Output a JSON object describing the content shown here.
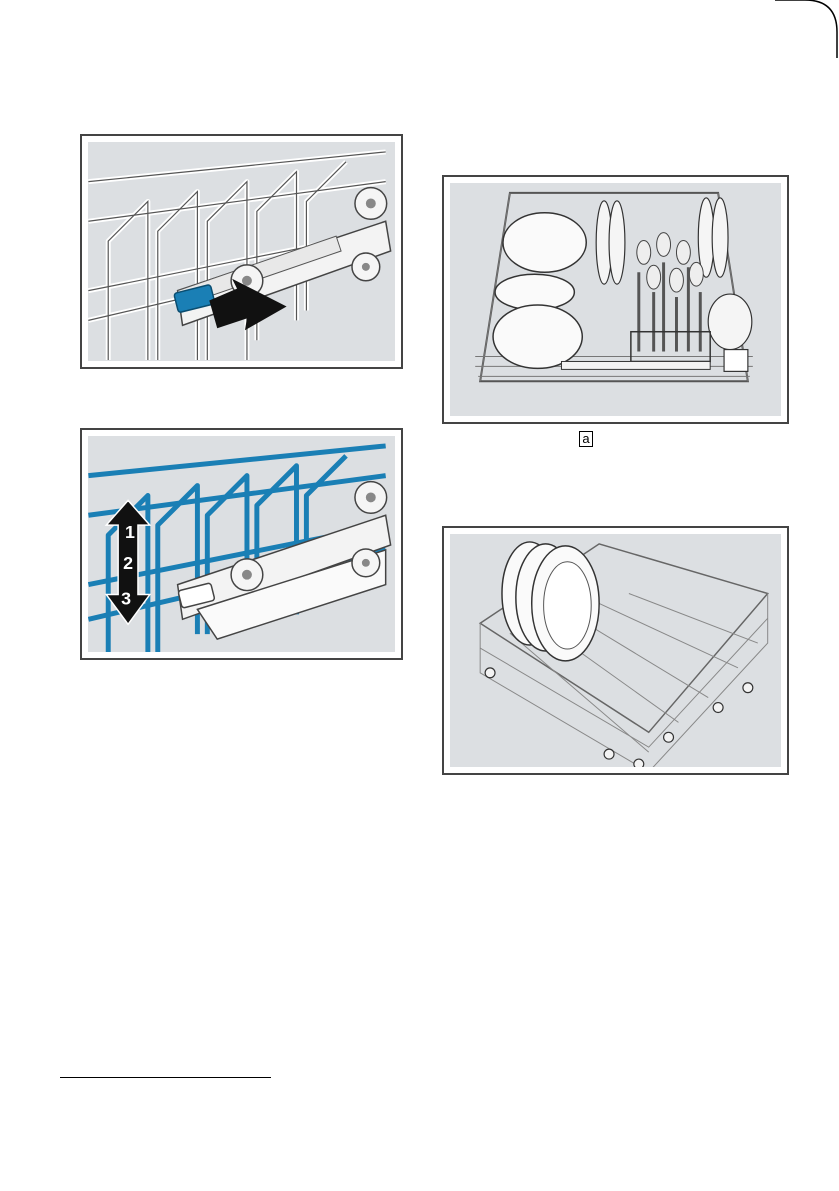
{
  "figures": {
    "release": {
      "name": "rack-release-lever-illustration"
    },
    "height": {
      "name": "rack-height-adjust-illustration",
      "levels": [
        "1",
        "2",
        "3"
      ]
    },
    "upper": {
      "name": "upper-basket-loaded-illustration",
      "callout": "a"
    },
    "lower": {
      "name": "lower-basket-plates-illustration"
    }
  },
  "colors": {
    "frame": "#444444",
    "panel": "#dcdfe2",
    "highlight": "#1a7fb5",
    "arrow": "#111111"
  }
}
